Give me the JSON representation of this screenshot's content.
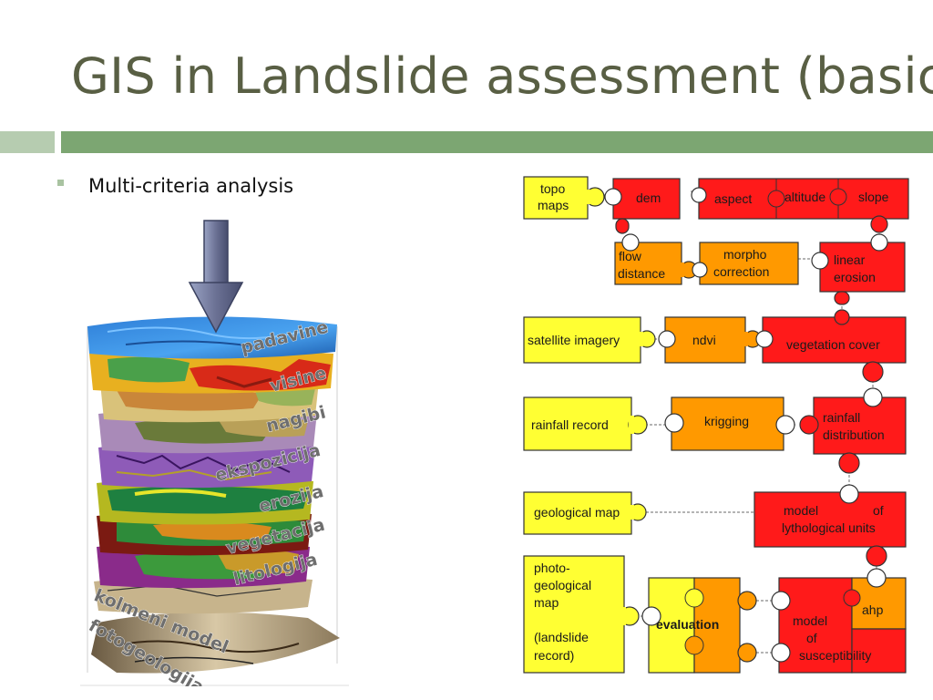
{
  "slide": {
    "title": "GIS in Landslide assessment (basic)",
    "bullet": "Multi-criteria analysis"
  },
  "layers": {
    "labels": [
      "padavine",
      "visine",
      "nagibi",
      "ekspozicija",
      "erozija",
      "vegetacija",
      "litologija",
      "kolmeni model",
      "fotogeologija"
    ],
    "arrow_icon": "down-arrow-icon"
  },
  "puzzle": {
    "pieces": {
      "topo_maps": [
        "topo",
        "maps"
      ],
      "dem": "dem",
      "aspect": "aspect",
      "altitude": "altitude",
      "slope": "slope",
      "flow_distance": [
        "flow",
        "distance"
      ],
      "morpho_correction": [
        "morpho",
        "correction"
      ],
      "linear_erosion": [
        "linear",
        "erosion"
      ],
      "satellite_imagery": "satellite imagery",
      "ndvi": "ndvi",
      "vegetation_cover": "vegetation cover",
      "rainfall_record": "rainfall record",
      "kriging": "krigging",
      "rainfall_distribution": [
        "rainfall",
        "distribution"
      ],
      "geological_map": "geological map",
      "model_lithological": [
        "model",
        "of",
        "lythological units"
      ],
      "photo_geological": [
        "photo-",
        "geological",
        "map",
        "(landslide",
        "record)"
      ],
      "evaluation": "evaluation",
      "ahp": "ahp",
      "model_susceptibility": [
        "model",
        "of",
        "susceptibility"
      ]
    },
    "colors": {
      "yellow": "#ffff33",
      "orange": "#ff9900",
      "red": "#ff1a1a",
      "connector": "#888888"
    }
  }
}
